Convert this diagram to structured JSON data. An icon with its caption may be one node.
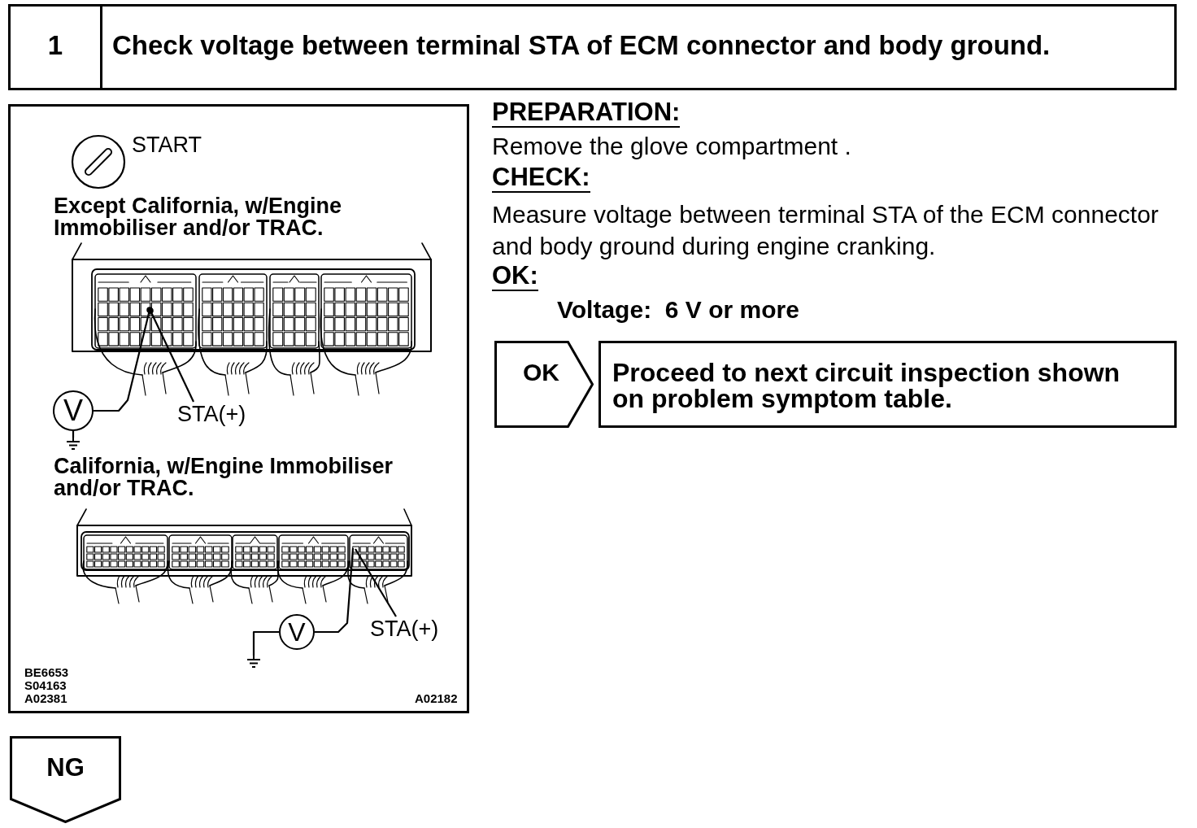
{
  "diagram": {
    "nodes": [
      {
        "text": [
          "1",
          "Check voltage between terminal STA of ECM connector and body ground."
        ]
      },
      {
        "text": [
          "V"
        ]
      },
      {
        "text": [
          "STA(+)"
        ]
      },
      {
        "text": [
          "V"
        ]
      },
      {
        "text": [
          "STA(+)"
        ]
      },
      {
        "text": [
          "OK"
        ]
      },
      {
        "text": [
          "Proceed to next circuit inspection shown on problem symptom table."
        ]
      },
      {
        "text": [
          "NG"
        ]
      }
    ],
    "edges": [
      {
        "from": 1,
        "to": null,
        "arrow": "other"
      },
      {
        "from": 1,
        "to": null,
        "arrow": "none"
      },
      {
        "from": 2,
        "to": null,
        "arrow": "other"
      },
      {
        "from": 3,
        "to": null,
        "arrow": "none"
      },
      {
        "from": 3,
        "to": null,
        "arrow": "none"
      },
      {
        "from": 4,
        "to": null,
        "arrow": "none"
      }
    ],
    "labels": [
      "START",
      "Except California, w/Engine Immobiliser and/or TRAC.",
      "California, w/Engine Immobiliser and/or TRAC.",
      "BE6653",
      "S04163",
      "A02381",
      "A02182",
      "PREPARATION:",
      "Remove the glove compartment .",
      "CHECK:",
      "Measure voltage between terminal STA of the ECM connector and body ground during engine cranking.",
      "OK:",
      "Voltage:  6 V or more"
    ]
  }
}
